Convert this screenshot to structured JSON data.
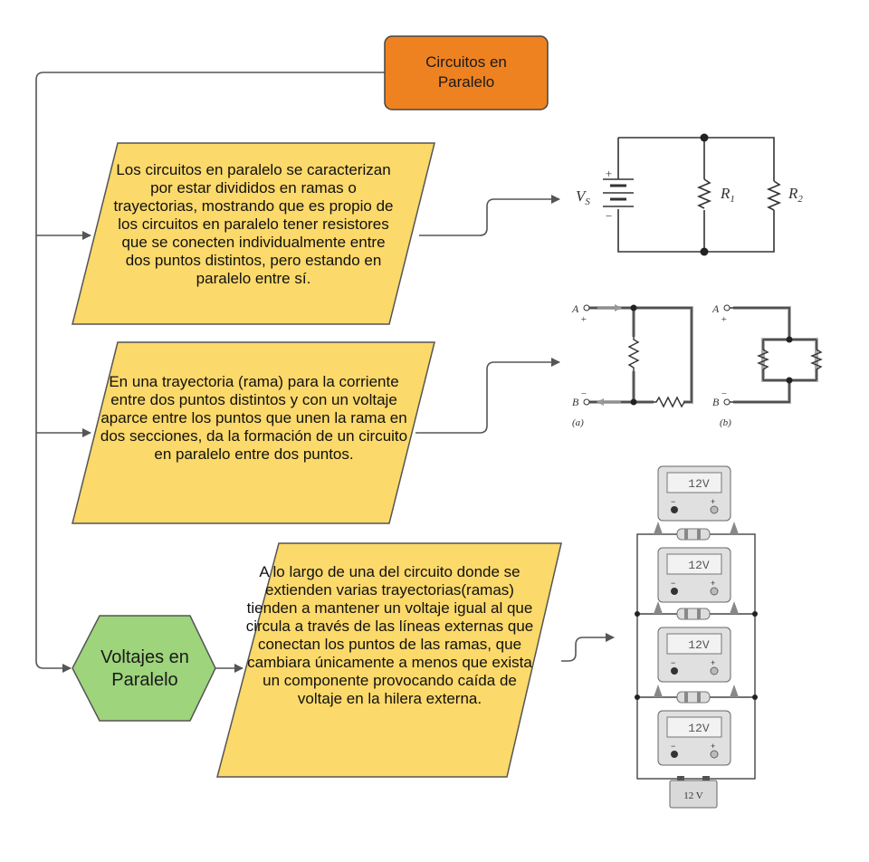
{
  "title_node": {
    "label": "Circuitos en\nParalelo",
    "color": "#ef8220"
  },
  "voltage_node": {
    "label": "Voltajes en\nParalelo",
    "color": "#9ed47c"
  },
  "parallelograms": [
    {
      "text": "Los circuitos en paralelo se caracterizan por estar divididos en ramas o trayectorias, mostrando que es propio de los circuitos en paralelo tener resistores que se conecten individualmente entre dos puntos distintos, pero estando en paralelo entre sí."
    },
    {
      "text": "En una trayectoria (rama) para la corriente entre dos puntos distintos y con un voltaje aparce entre los puntos que unen la rama en dos secciones, da la formación de un circuito en paralelo entre dos puntos."
    },
    {
      "text": "A lo largo de una del circuito donde se extienden varias trayectorias(ramas) tienden a mantener un voltaje igual al que circula a través de las líneas externas que conectan los puntos de las ramas, que cambiara únicamente a menos que exista un componente provocando caída de voltaje en la hilera externa."
    }
  ],
  "fill_color": "#fbd96a",
  "circuit1": {
    "source": "V",
    "source_sub": "S",
    "plus": "+",
    "minus": "−",
    "r1": "R",
    "r1_sub": "1",
    "r2": "R",
    "r2_sub": "2"
  },
  "circuit2": {
    "a_label": "A",
    "b_label": "B",
    "plus": "+",
    "minus": "−",
    "caption_a": "(a)",
    "caption_b": "(b)"
  },
  "meters": {
    "reading": "12V",
    "battery_label": "12 V",
    "plus": "+",
    "minus": "−"
  }
}
